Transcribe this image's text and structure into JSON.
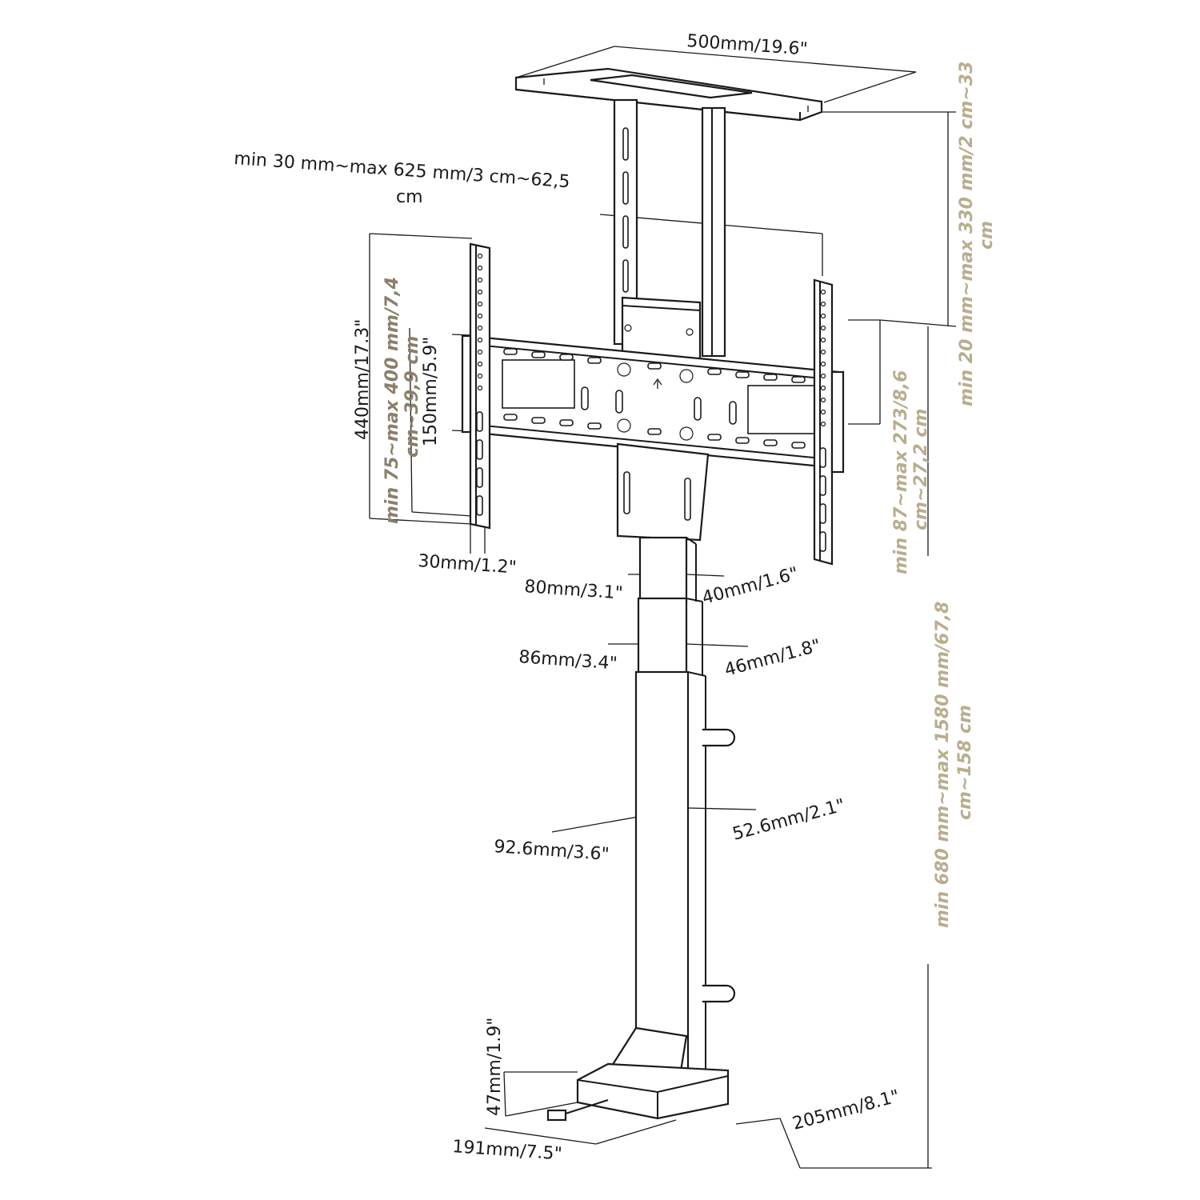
{
  "dimensions": {
    "top_plate_width": "500mm/19.6\"",
    "arm_reach_line1": "min 30 mm~max 625 mm/3 cm~62,5",
    "arm_reach_line2": "cm",
    "ceiling_drop_line1": "min 20 mm~max 330 mm/2 cm~33",
    "ceiling_drop_line2": "cm",
    "bracket_height": "440mm/17.3\"",
    "vesa_range_line1": "min 75~max 400 mm/7,4",
    "vesa_range_line2": "cm~39,9 cm",
    "rail_spacing": "150mm/5.9\"",
    "arm_width": "30mm/1.2\"",
    "tilt_range_line1": "min 87~max 273/8,6",
    "tilt_range_line2": "cm~27,2 cm",
    "upper_tube_depth": "80mm/3.1\"",
    "upper_tube_width": "40mm/1.6\"",
    "mid_tube_depth": "86mm/3.4\"",
    "mid_tube_width": "46mm/1.8\"",
    "lower_tube_depth": "92.6mm/3.6\"",
    "lower_tube_width": "52.6mm/2.1\"",
    "height_range_line1": "min 680 mm~max 1580 mm/67,8",
    "height_range_line2": "cm~158 cm",
    "base_height": "47mm/1.9\"",
    "base_width": "205mm/8.1\"",
    "base_depth": "191mm/7.5\""
  },
  "colors": {
    "line": "#1a1a1a",
    "accent_text": "#b8ad8e",
    "accent_text_dark": "#8a7f6a"
  }
}
